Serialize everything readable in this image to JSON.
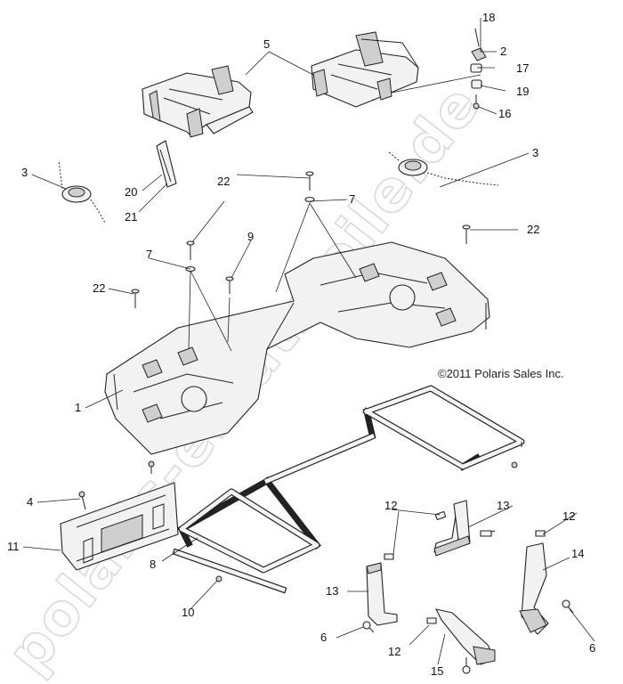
{
  "copyright": "©2011 Polaris Sales Inc.",
  "watermark": "polaris-ersatzteile.de",
  "callouts": [
    {
      "id": "c1",
      "label": "1"
    },
    {
      "id": "c2",
      "label": "2"
    },
    {
      "id": "c3a",
      "label": "3"
    },
    {
      "id": "c3b",
      "label": "3"
    },
    {
      "id": "c4",
      "label": "4"
    },
    {
      "id": "c5",
      "label": "5"
    },
    {
      "id": "c6a",
      "label": "6"
    },
    {
      "id": "c6b",
      "label": "6"
    },
    {
      "id": "c7a",
      "label": "7"
    },
    {
      "id": "c7b",
      "label": "7"
    },
    {
      "id": "c8",
      "label": "8"
    },
    {
      "id": "c9",
      "label": "9"
    },
    {
      "id": "c10",
      "label": "10"
    },
    {
      "id": "c11",
      "label": "11"
    },
    {
      "id": "c12a",
      "label": "12"
    },
    {
      "id": "c12b",
      "label": "12"
    },
    {
      "id": "c12c",
      "label": "12"
    },
    {
      "id": "c12d",
      "label": "12"
    },
    {
      "id": "c13a",
      "label": "13"
    },
    {
      "id": "c13b",
      "label": "13"
    },
    {
      "id": "c14",
      "label": "14"
    },
    {
      "id": "c15",
      "label": "15"
    },
    {
      "id": "c16",
      "label": "16"
    },
    {
      "id": "c17",
      "label": "17"
    },
    {
      "id": "c18",
      "label": "18"
    },
    {
      "id": "c19",
      "label": "19"
    },
    {
      "id": "c20",
      "label": "20"
    },
    {
      "id": "c21",
      "label": "21"
    },
    {
      "id": "c22a",
      "label": "22"
    },
    {
      "id": "c22b",
      "label": "22"
    },
    {
      "id": "c22c",
      "label": "22"
    }
  ]
}
